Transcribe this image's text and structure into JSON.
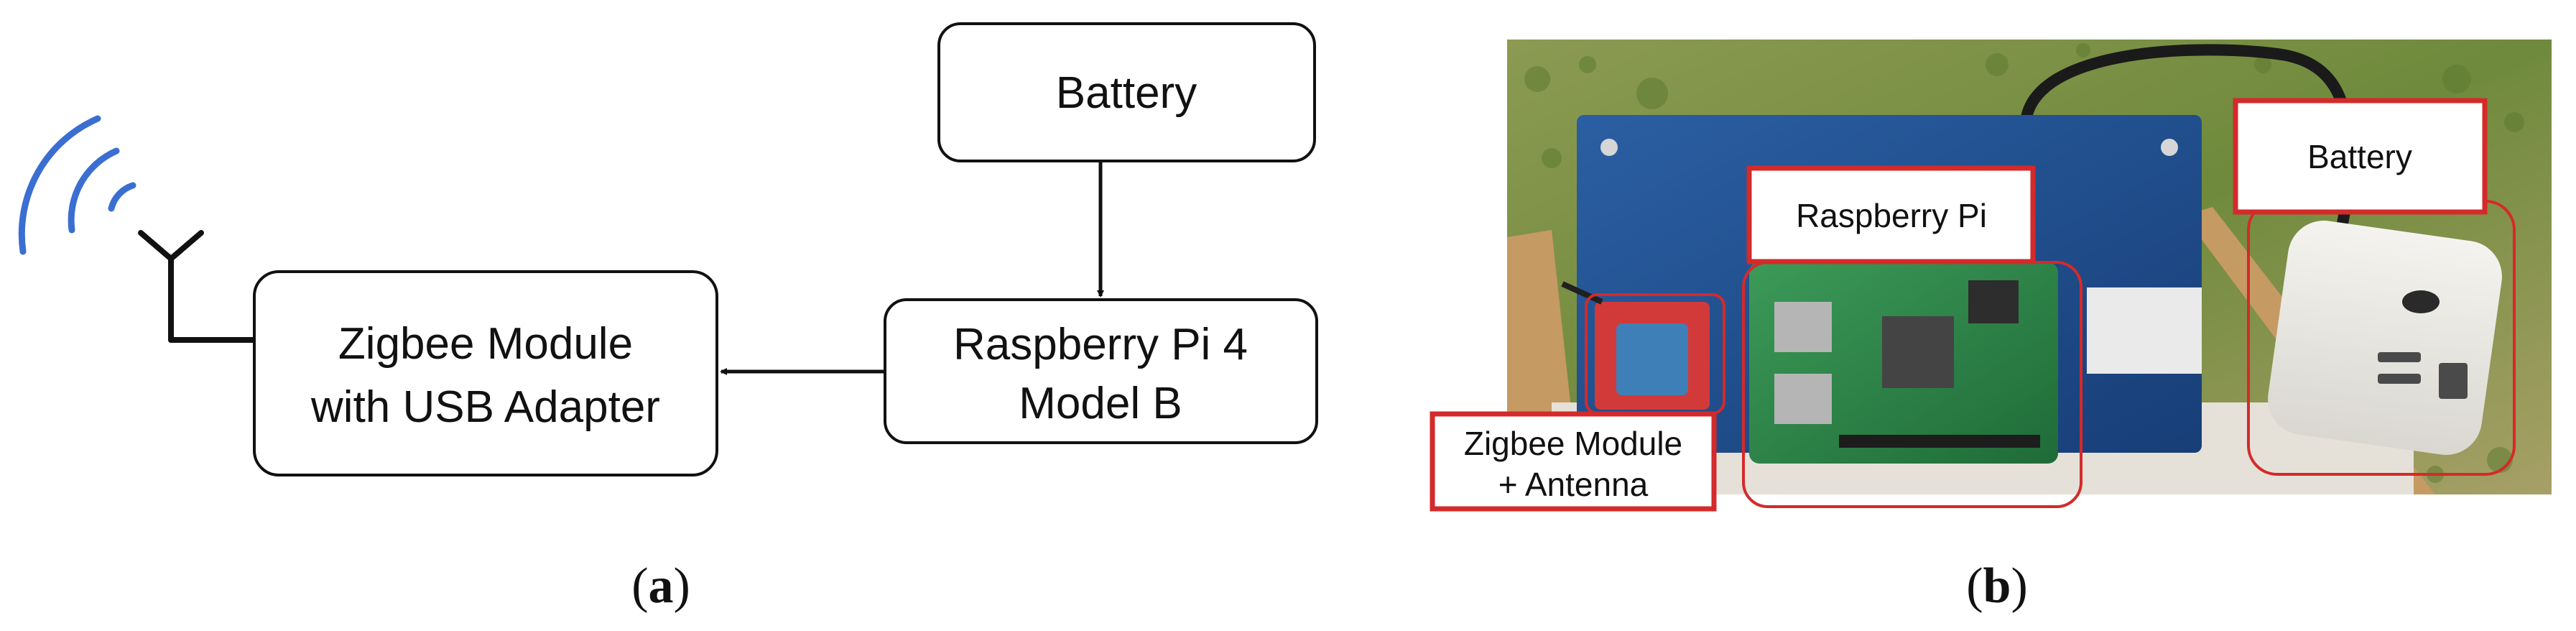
{
  "panel_a": {
    "caption": {
      "open": "(",
      "letter": "a",
      "close": ")"
    },
    "nodes": {
      "battery": {
        "line1": "Battery"
      },
      "raspberry_pi": {
        "line1": "Raspberry Pi 4",
        "line2": "Model B"
      },
      "zigbee": {
        "line1": "Zigbee Module",
        "line2": "with USB Adapter"
      }
    },
    "edges": [
      {
        "from": "battery",
        "to": "raspberry_pi"
      },
      {
        "from": "raspberry_pi",
        "to": "zigbee"
      }
    ],
    "icons": [
      "antenna-icon",
      "wireless-signal-icon"
    ],
    "colors": {
      "box_stroke": "#111111",
      "signal": "#3a6fd1"
    }
  },
  "panel_b": {
    "caption": {
      "open": "(",
      "letter": "b",
      "close": ")"
    },
    "callouts": {
      "battery": "Battery",
      "raspberry_pi": "Raspberry Pi",
      "zigbee": {
        "line1": "Zigbee Module",
        "line2": "+ Antenna"
      }
    },
    "colors": {
      "callout": "#d42a2a"
    }
  }
}
